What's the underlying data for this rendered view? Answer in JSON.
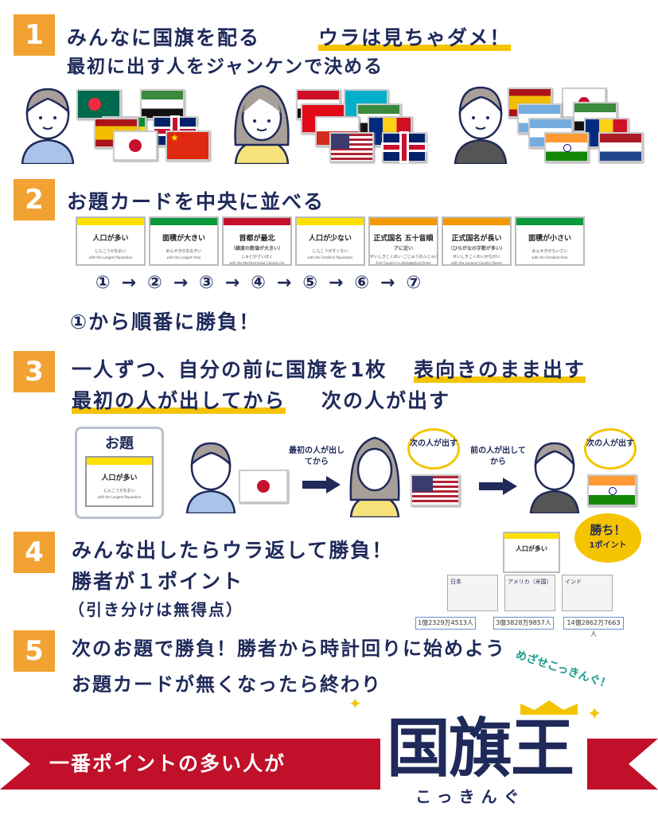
{
  "steps": [
    {
      "number": "1",
      "line1": "みんなに国旗を配る",
      "line1_emphasis": "ウラは見ちゃダメ！",
      "line2": "最初に出す人をジャンケンで決める"
    },
    {
      "number": "2",
      "line1": "お題カードを中央に並べる",
      "sequence": [
        "①",
        "②",
        "③",
        "④",
        "⑤",
        "⑥",
        "⑦"
      ],
      "arrow": "→",
      "line2": "①から順番に勝負！"
    },
    {
      "number": "3",
      "line1_a": "一人ずつ、自分の前に国旗を1枚",
      "line1_b": "表向きのまま出す",
      "line2_a": "最初の人が出してから",
      "line2_b": "次の人が出す"
    },
    {
      "number": "4",
      "line1": "みんな出したらウラ返して勝負！",
      "line2": "勝者が１ポイント",
      "line3": "（引き分けは無得点）"
    },
    {
      "number": "5",
      "line1": "次のお題で勝負！勝者から時計回りに始めよう",
      "line2": "お題カードが無くなったら終わり"
    }
  ],
  "topic_cards": [
    {
      "title": "人口が多い",
      "reading": "じんこうがおおい",
      "english": "with the Largest Population",
      "color": "#ffe100"
    },
    {
      "title": "面積が大きい",
      "reading": "めんせきがおおきい",
      "english": "with the Largest Area",
      "color": "#0a9a3c"
    },
    {
      "title": "首都が最北",
      "note": "（緯度の数値が大きい）",
      "reading": "しゅとがさいほく",
      "english": "with the Northernmost Capital city",
      "color": "#c8102e"
    },
    {
      "title": "人口が少ない",
      "reading": "じんこうがすくない",
      "english": "with the Smallest Population",
      "color": "#ffe100"
    },
    {
      "title": "正式国名 五十音順",
      "note": "アに近い",
      "reading": "せいしきこくめい ごじゅうおんじゅん あにちかい",
      "english": "First Country in Alphabetical Order",
      "color": "#f39800"
    },
    {
      "title": "正式国名が長い",
      "note": "（ひらがなの字数が多い）",
      "reading": "せいしきこくめいがながい",
      "english": "with the Longest Country Name",
      "color": "#f39800"
    },
    {
      "title": "面積が小さい",
      "reading": "めんせきがちいさい",
      "english": "with the Smallest Area",
      "color": "#0a9a3c"
    }
  ],
  "step3_illustration": {
    "topic_label": "お題",
    "after_first": "最初の人が出してから",
    "after_previous": "前の人が出してから",
    "bubble": "次の人が出す"
  },
  "step4_illustration": {
    "win_bubble_title": "勝ち！",
    "win_bubble_points": "1ポイント",
    "countries": [
      {
        "name": "日本",
        "population": "1億2329万4513人"
      },
      {
        "name": "アメリカ（米国）",
        "population": "3億3828万9857人"
      },
      {
        "name": "インド",
        "population": "14億2862万7663人"
      }
    ]
  },
  "footer": {
    "banner": "一番ポイントの多い人が",
    "logo": "国旗王",
    "logo_reading": "こっきんぐ",
    "tagline": "めざせこっきんぐ！"
  },
  "colors": {
    "navy": "#1f2a5a",
    "orange": "#f2a232",
    "yellow": "#f5c400",
    "red": "#c0102a"
  }
}
